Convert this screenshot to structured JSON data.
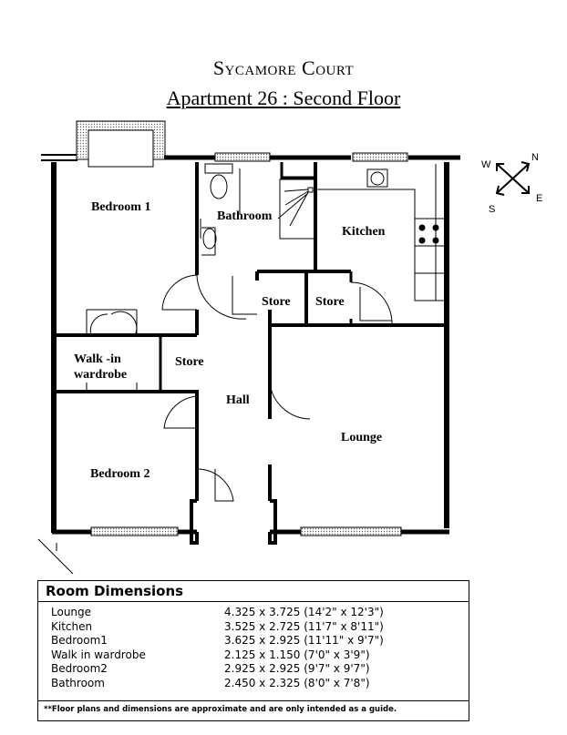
{
  "title": "Sycamore Court",
  "subtitle": "Apartment 26 : Second Floor",
  "rooms": {
    "bedroom1": "Bedroom 1",
    "bathroom": "Bathroom",
    "kitchen": "Kitchen",
    "store1": "Store",
    "store2": "Store",
    "store3": "Store",
    "wardrobe_line1": "Walk -in",
    "wardrobe_line2": "wardrobe",
    "hall": "Hall",
    "lounge": "Lounge",
    "bedroom2": "Bedroom 2"
  },
  "compass": {
    "n": "N",
    "e": "E",
    "s": "S",
    "w": "W"
  },
  "dimensions": {
    "heading": "Room Dimensions",
    "rows": [
      {
        "room": "Lounge",
        "size": "4.325 x 3.725 (14'2\" x 12'3\")"
      },
      {
        "room": "Kitchen",
        "size": "3.525 x 2.725 (11'7\" x 8'11\")"
      },
      {
        "room": "Bedroom1",
        "size": "3.625 x 2.925 (11'11\" x 9'7\")"
      },
      {
        "room": "Walk in wardrobe",
        "size": "2.125 x 1.150 (7'0\" x 3'9\")"
      },
      {
        "room": "Bedroom2",
        "size": "2.925 x 2.925 (9'7\" x 9'7\")"
      },
      {
        "room": "Bathroom",
        "size": "2.450 x 2.325 (8'0\" x 7'8\")"
      }
    ],
    "footnote": "**Floor plans and dimensions are approximate and are only intended  as a guide."
  }
}
